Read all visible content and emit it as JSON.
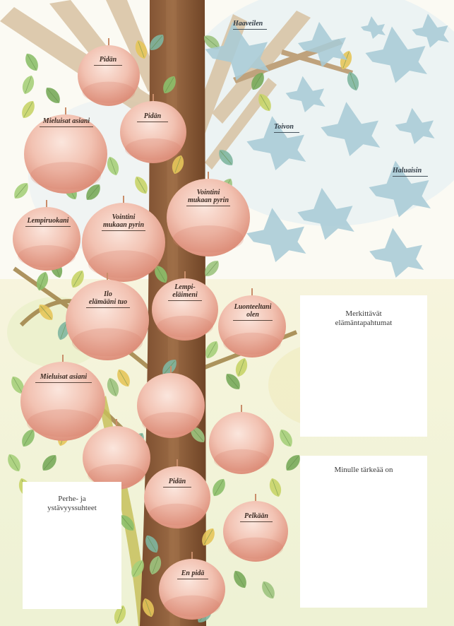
{
  "colors": {
    "apple": "#efb5a4",
    "trunk": "#8a5a38",
    "leaf": "#8cbf6a",
    "bird": "#a9cbd6",
    "background": "#fbfaf3"
  },
  "apples": [
    {
      "label": "Pidän"
    },
    {
      "label": "Pidän"
    },
    {
      "label": "Mieluisat asiani"
    },
    {
      "label": "Vointini\nmukaan pyrin"
    },
    {
      "label": "Vointini\nmukaan pyrin"
    },
    {
      "label": "Lempiruokani"
    },
    {
      "label": "Ilo\nelämääni tuo"
    },
    {
      "label": "Lempi-\neläimeni"
    },
    {
      "label": "Luonteeltani\nolen"
    },
    {
      "label": "Mieluisat asiani"
    },
    {
      "label": ""
    },
    {
      "label": ""
    },
    {
      "label": ""
    },
    {
      "label": "Pidän"
    },
    {
      "label": "Pelkään"
    },
    {
      "label": "En pidä"
    }
  ],
  "birds": [
    {
      "label": "Haaveilen"
    },
    {
      "label": "Toivon"
    },
    {
      "label": "Haluaisin"
    }
  ],
  "boxes": {
    "events": "Merkittävät\nelämäntapahtumat",
    "important": "Minulle tärkeää on",
    "relations": "Perhe- ja\nystävyyssuhteet"
  }
}
